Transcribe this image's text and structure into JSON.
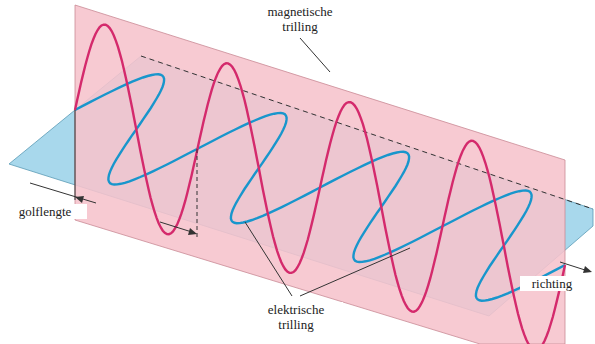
{
  "diagram": {
    "labels": [
      "magnetische trilling",
      "golflengte",
      "richting",
      "elektrische trilling"
    ]
  }
}
